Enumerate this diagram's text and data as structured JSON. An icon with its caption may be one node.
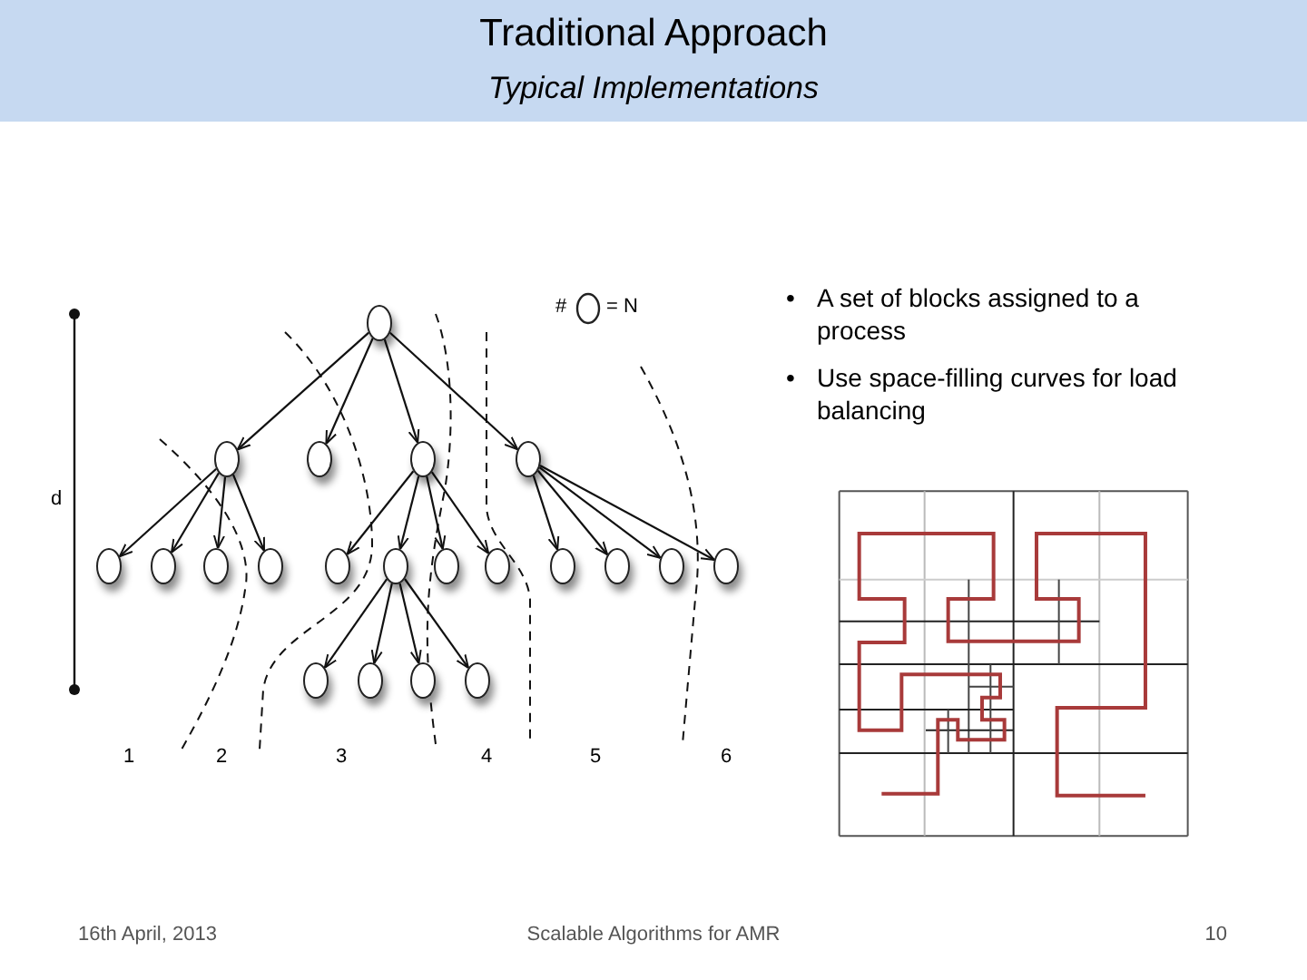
{
  "diagram": {
    "title": "Traditional Approach",
    "nodes": [
      {
        "text": [],
        "shape": "circle"
      },
      {
        "text": [],
        "shape": "circle"
      },
      {
        "text": [],
        "shape": "circle"
      },
      {
        "text": [],
        "shape": "circle"
      },
      {
        "text": [],
        "shape": "circle"
      },
      {
        "text": [],
        "shape": "circle"
      },
      {
        "text": [],
        "shape": "circle"
      },
      {
        "text": [],
        "shape": "circle"
      },
      {
        "text": [],
        "shape": "circle"
      },
      {
        "text": [],
        "shape": "circle"
      },
      {
        "text": [],
        "shape": "circle"
      },
      {
        "text": [],
        "shape": "circle"
      },
      {
        "text": [],
        "shape": "circle"
      },
      {
        "text": [],
        "shape": "circle"
      },
      {
        "text": [],
        "shape": "circle"
      },
      {
        "text": [],
        "shape": "circle"
      },
      {
        "text": [],
        "shape": "circle"
      },
      {
        "text": [],
        "shape": "circle"
      },
      {
        "text": [],
        "shape": "circle"
      },
      {
        "text": [],
        "shape": "circle"
      },
      {
        "text": [],
        "shape": "circle"
      }
    ],
    "edges": [
      {
        "from": 0,
        "to": 1,
        "arrow": "to"
      },
      {
        "from": 0,
        "to": 2,
        "arrow": "to"
      },
      {
        "from": 0,
        "to": 3,
        "arrow": "to"
      },
      {
        "from": 0,
        "to": 4,
        "arrow": "to"
      },
      {
        "from": 1,
        "to": 5,
        "arrow": "to"
      },
      {
        "from": 1,
        "to": 6,
        "arrow": "to"
      },
      {
        "from": 1,
        "to": 7,
        "arrow": "to"
      },
      {
        "from": 1,
        "to": 8,
        "arrow": "to"
      },
      {
        "from": 3,
        "to": 9,
        "arrow": "to"
      },
      {
        "from": 3,
        "to": 10,
        "arrow": "to"
      },
      {
        "from": 3,
        "to": 11,
        "arrow": "to"
      },
      {
        "from": 3,
        "to": 12,
        "arrow": "to"
      },
      {
        "from": 4,
        "to": 13,
        "arrow": "to"
      },
      {
        "from": 4,
        "to": 14,
        "arrow": "to"
      },
      {
        "from": 4,
        "to": 15,
        "arrow": "to"
      },
      {
        "from": 4,
        "to": 16,
        "arrow": "to"
      },
      {
        "from": 10,
        "to": 17,
        "arrow": "to"
      },
      {
        "from": 10,
        "to": 18,
        "arrow": "to"
      },
      {
        "from": 10,
        "to": 19,
        "arrow": "to"
      },
      {
        "from": 10,
        "to": 20,
        "arrow": "to"
      }
    ],
    "labels": [
      "Typical Implementations",
      "•",
      "A set of blocks assigned to a process",
      "•",
      "Use space-filling curves for load balancing",
      "#",
      "= N",
      "d",
      "1",
      "2",
      "3",
      "4",
      "5",
      "6",
      "16th April, 2013",
      "Scalable Algorithms for AMR",
      "10"
    ]
  }
}
